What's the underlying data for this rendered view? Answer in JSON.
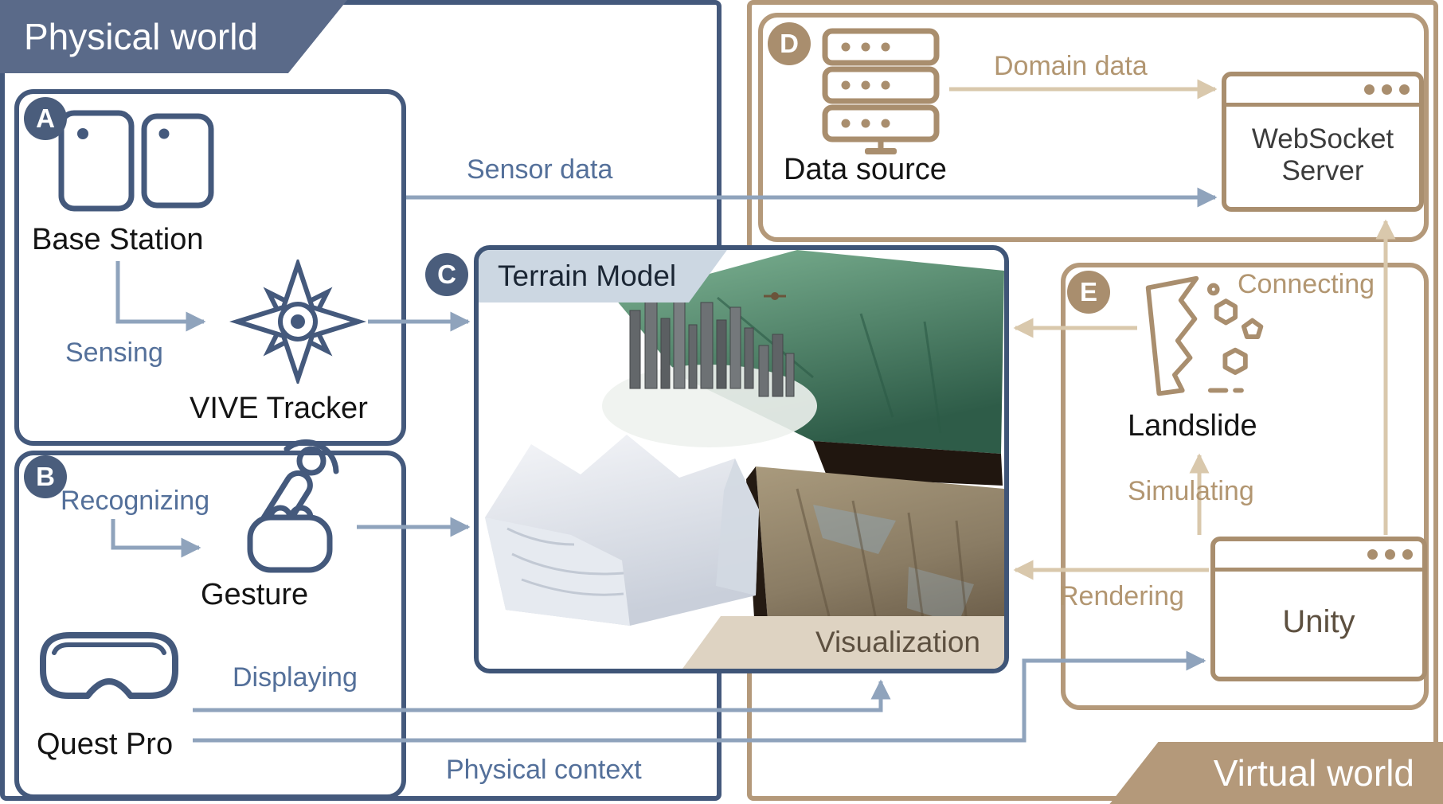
{
  "regions": {
    "physical_label": "Physical world",
    "virtual_label": "Virtual world"
  },
  "badges": {
    "a": "A",
    "b": "B",
    "c": "C",
    "d": "D",
    "e": "E"
  },
  "box_a": {
    "base_station": "Base Station",
    "sensing": "Sensing",
    "vive_tracker": "VIVE Tracker"
  },
  "box_b": {
    "recognizing": "Recognizing",
    "gesture": "Gesture",
    "displaying": "Displaying",
    "quest_pro": "Quest Pro"
  },
  "box_c": {
    "terrain_model": "Terrain Model",
    "visualization": "Visualization"
  },
  "box_d": {
    "data_source": "Data source",
    "domain_data": "Domain data",
    "websocket_server": "WebSocket Server"
  },
  "box_e": {
    "connecting": "Connecting",
    "landslide": "Landslide",
    "simulating": "Simulating",
    "unity": "Unity",
    "rendering": "Rendering"
  },
  "flows": {
    "sensor_data": "Sensor data",
    "physical_context": "Physical context"
  },
  "icons": {
    "base_station": "base-station-icon",
    "vive_tracker": "compass-tracker-icon",
    "gesture": "tap-gesture-icon",
    "quest_pro": "vr-headset-icon",
    "data_source": "server-stack-icon",
    "websocket_server": "browser-window-icon",
    "unity": "browser-window-icon",
    "landslide": "landslide-icon"
  },
  "colors": {
    "physical_accent": "#44597c",
    "virtual_accent": "#b4997a",
    "blue_arrow": "#8fa3bc",
    "tan_arrow": "#d9c8ac",
    "blue_text": "#54709a",
    "tan_text": "#b29671",
    "banner_physical_bg": "#5a6a89",
    "banner_virtual_bg": "#b4997a",
    "terrain_chip_bg": "#ccd7e2",
    "visualization_chip_bg": "#ded3c2"
  }
}
